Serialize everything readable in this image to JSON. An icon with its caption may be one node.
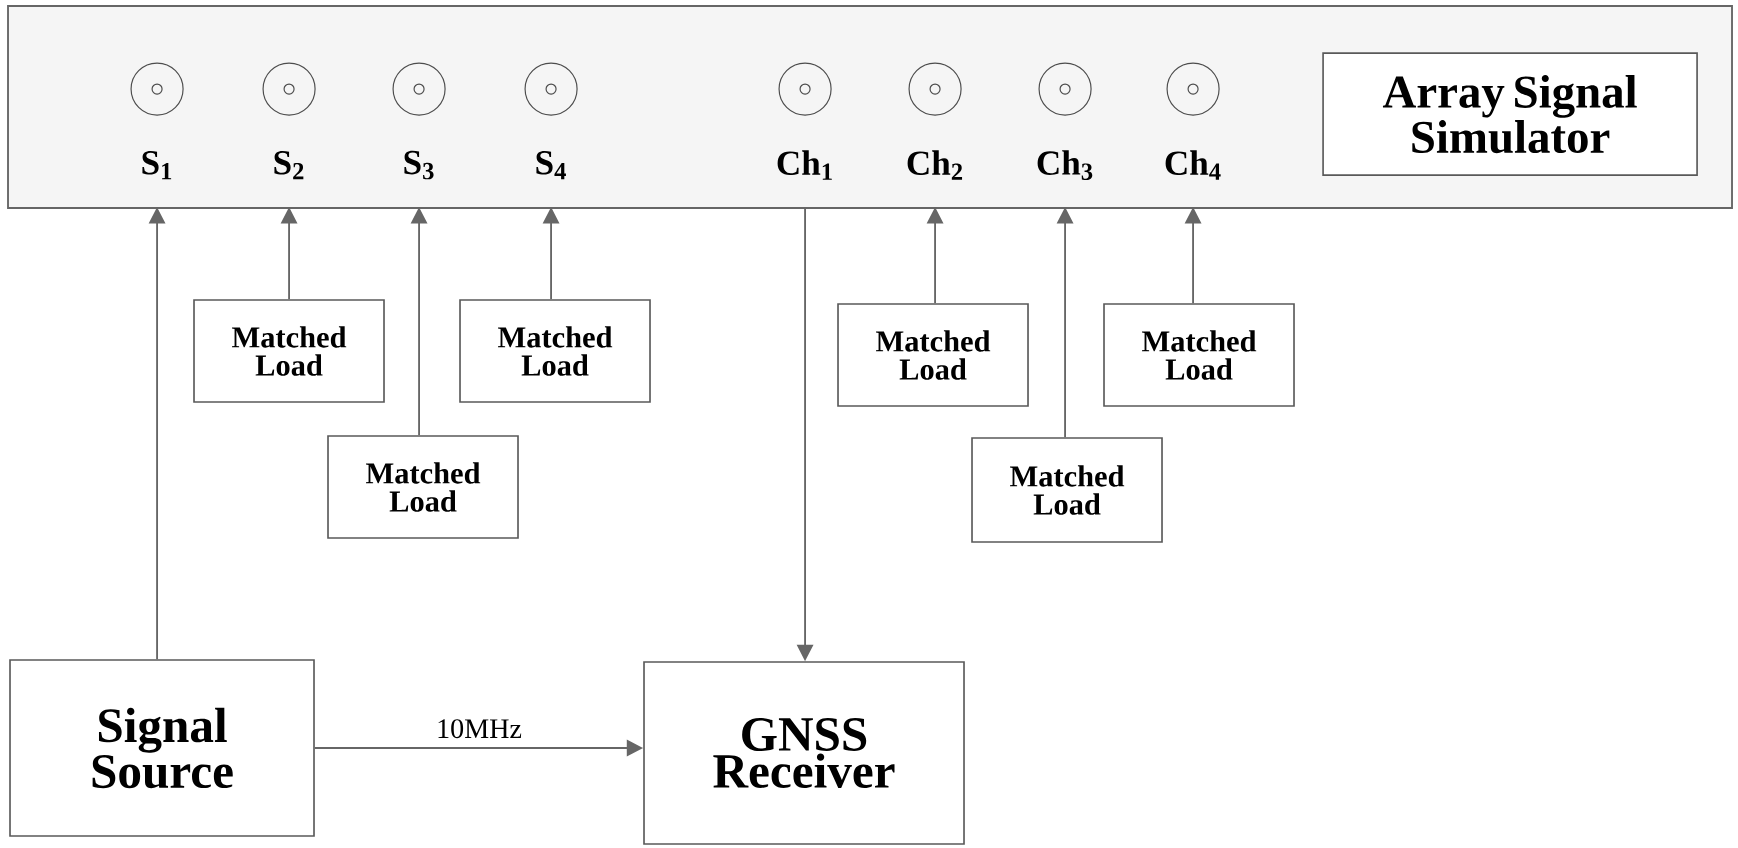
{
  "diagram": {
    "nodes": [
      {
        "text": [],
        "shape": "box"
      },
      {
        "text": [
          "S$_{1}$"
        ],
        "in": 0
      },
      {
        "text": [
          "S$_{2}$"
        ],
        "in": 0
      },
      {
        "text": [
          "S$_{3}$"
        ],
        "in": 0
      },
      {
        "text": [
          "S$_{4}$"
        ],
        "in": 0
      },
      {
        "text": [
          "Ch$_{1}$"
        ],
        "in": 0
      },
      {
        "text": [
          "Ch$_{2}$"
        ],
        "in": 0
      },
      {
        "text": [
          "Ch$_{3}$"
        ],
        "in": 0
      },
      {
        "text": [
          "Ch$_{4}$"
        ],
        "in": 0
      },
      {
        "text": [
          "Array Signal Simulator"
        ],
        "in": 0
      },
      {
        "text": [
          "Matched Load"
        ]
      },
      {
        "text": [
          "Matched Load"
        ]
      },
      {
        "text": [
          "Matched Load"
        ]
      },
      {
        "text": [
          "Matched Load"
        ]
      },
      {
        "text": [
          "Matched Load"
        ]
      },
      {
        "text": [
          "Matched Load"
        ]
      },
      {
        "text": [
          "Signal Source"
        ]
      },
      {
        "text": [
          "GNSS Receiver"
        ]
      }
    ],
    "edges": [
      {
        "from": 16,
        "to": 1,
        "arrow": "to"
      },
      {
        "from": 10,
        "to": 2,
        "arrow": "to"
      },
      {
        "from": 14,
        "to": 3,
        "arrow": "to"
      },
      {
        "from": 11,
        "to": 4,
        "arrow": "to"
      },
      {
        "from": 5,
        "to": 17,
        "arrow": "to"
      },
      {
        "from": 12,
        "to": 6,
        "arrow": "to"
      },
      {
        "from": 15,
        "to": 7,
        "arrow": "to"
      },
      {
        "from": 13,
        "to": 8,
        "arrow": "to"
      },
      {
        "from": 16,
        "to": 17,
        "arrow": "to",
        "label": "10MHz"
      }
    ]
  }
}
